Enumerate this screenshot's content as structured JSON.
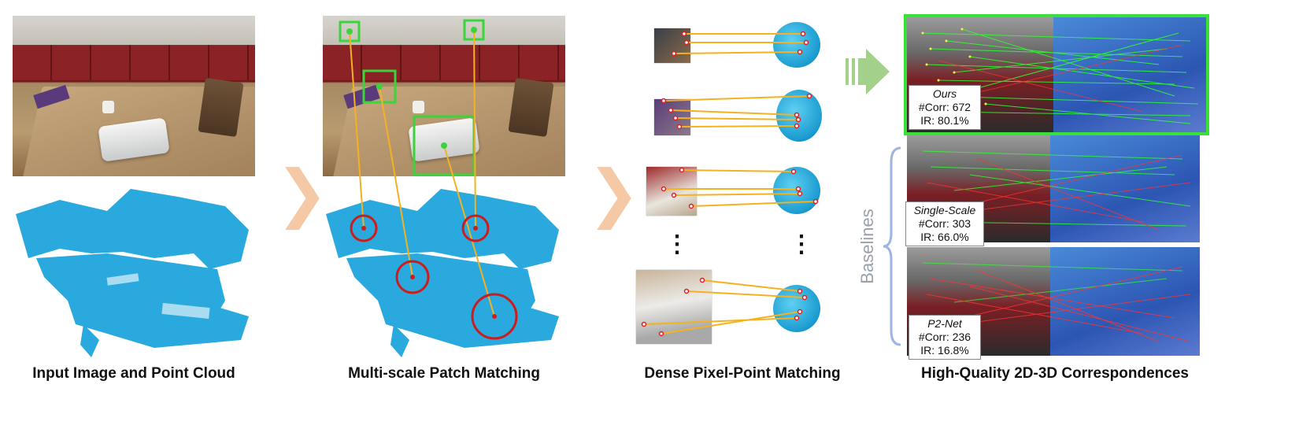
{
  "captions": {
    "input": "Input Image and Point Cloud",
    "multiscale": "Multi-scale Patch Matching",
    "dense": "Dense Pixel-Point Matching",
    "result": "High-Quality 2D-3D Correspondences"
  },
  "colors": {
    "cloud": "#29a9dd",
    "match_box": "#3bd43b",
    "match_circle": "#cc1c1c",
    "match_line": "#f4b222",
    "chevron": "#f6c9a6",
    "big_arrow": "#a3d08a",
    "best_border": "#38e038",
    "brace": "#9db5e0"
  },
  "results": {
    "ours": {
      "method": "Ours",
      "corr": "#Corr: 672",
      "ir": "IR: 80.1%"
    },
    "single": {
      "method": "Single-Scale",
      "corr": "#Corr: 303",
      "ir": "IR: 66.0%"
    },
    "p2net": {
      "method": "P2-Net",
      "corr": "#Corr: 236",
      "ir": "IR: 16.8%"
    }
  },
  "baselines_label": "Baselines",
  "ellipsis": "⋮"
}
